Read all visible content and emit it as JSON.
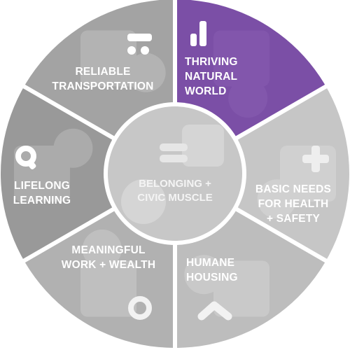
{
  "wheel": {
    "colors": {
      "divider": "#ffffff",
      "active": "#7b4fa6",
      "active_deco": "#8f66b8",
      "center_fill": "#c7c7c7",
      "center_ring": "#ffffff",
      "center_text": "#f4f4f4",
      "center_icon": "#e6e6e6"
    },
    "segments": [
      {
        "key": "thriving-natural-world",
        "lines": [
          "THRIVING",
          "NATURAL",
          "WORLD"
        ],
        "icon": "bar-chart-icon",
        "active": true,
        "fill": "#7b4fa6"
      },
      {
        "key": "basic-needs",
        "lines": [
          "BASIC NEEDS",
          "FOR HEALTH",
          "+ SAFETY"
        ],
        "icon": "plus-icon",
        "active": false,
        "fill": "#c6c6c6"
      },
      {
        "key": "humane-housing",
        "lines": [
          "HUMANE",
          "HOUSING"
        ],
        "icon": "roof-chevron-icon",
        "active": false,
        "fill": "#bdbdbd"
      },
      {
        "key": "meaningful-work",
        "lines": [
          "MEANINGFUL",
          "WORK + WEALTH"
        ],
        "icon": "coin-ring-icon",
        "active": false,
        "fill": "#b1b1b1"
      },
      {
        "key": "lifelong-learning",
        "lines": [
          "LIFELONG",
          "LEARNING"
        ],
        "icon": "magnifier-icon",
        "active": false,
        "fill": "#999999"
      },
      {
        "key": "reliable-transportation",
        "lines": [
          "RELIABLE",
          "TRANSPORTATION"
        ],
        "icon": "bus-icon",
        "active": false,
        "fill": "#a3a3a3"
      }
    ],
    "center": {
      "lines": [
        "BELONGING +",
        "CIVIC MUSCLE"
      ],
      "icon": "equals-icon"
    }
  }
}
